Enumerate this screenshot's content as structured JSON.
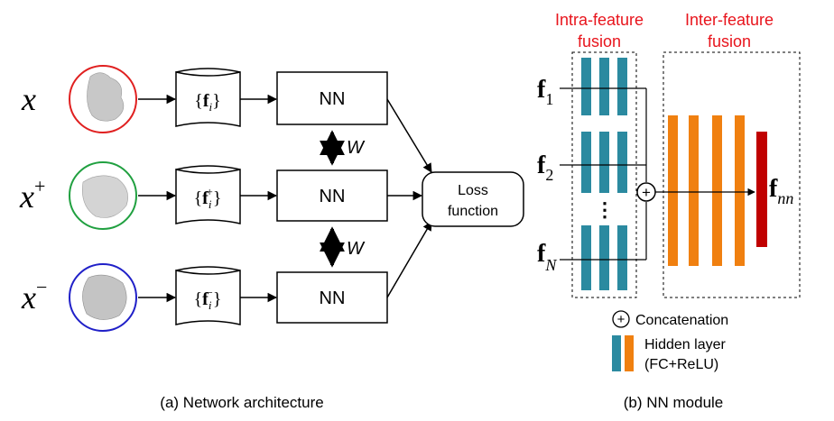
{
  "part_a": {
    "caption": "(a) Network architecture",
    "rows": [
      {
        "var": "x",
        "sup": "",
        "feat_sup": "",
        "circle_color": "#e02020"
      },
      {
        "var": "x",
        "sup": "+",
        "feat_sup": "+",
        "circle_color": "#20a040"
      },
      {
        "var": "x",
        "sup": "−",
        "feat_sup": "−",
        "circle_color": "#2020c8"
      }
    ],
    "feat_base": "f",
    "feat_sub": "i",
    "nn_label": "NN",
    "weight_label": "W",
    "loss_line1": "Loss",
    "loss_line2": "function"
  },
  "part_b": {
    "caption": "(b) NN module",
    "intra_line1": "Intra-feature",
    "intra_line2": "fusion",
    "inter_line1": "Inter-feature",
    "inter_line2": "fusion",
    "inputs": [
      {
        "base": "f",
        "sub": "1"
      },
      {
        "base": "f",
        "sub": "2"
      },
      {
        "base": "f",
        "sub": "N"
      }
    ],
    "vdots": "⋮",
    "concat_symbol": "+",
    "output_base": "f",
    "output_sub": "nn",
    "legend_concat": "Concatenation",
    "legend_hidden_line1": "Hidden layer",
    "legend_hidden_line2": "(FC+ReLU)"
  },
  "colors": {
    "title_red": "#e8141c",
    "teal": "#2b8aa0",
    "orange": "#f08010",
    "dark_red": "#c00000"
  }
}
